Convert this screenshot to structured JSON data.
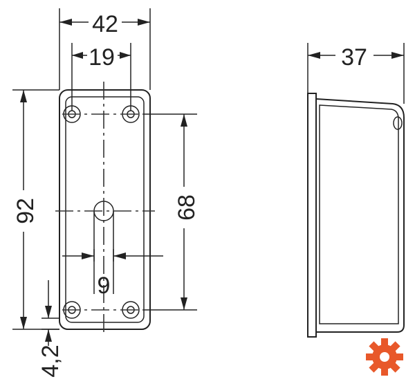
{
  "front_view": {
    "dims": {
      "total_width": "42",
      "hole_spacing_x": "19",
      "total_height": "92",
      "hole_spacing_y": "68",
      "slot_width": "9",
      "base_offset": "4,2"
    }
  },
  "side_view": {
    "dims": {
      "depth": "37"
    }
  },
  "logo": {
    "icon": "gear-icon",
    "color": "#e8582a"
  }
}
